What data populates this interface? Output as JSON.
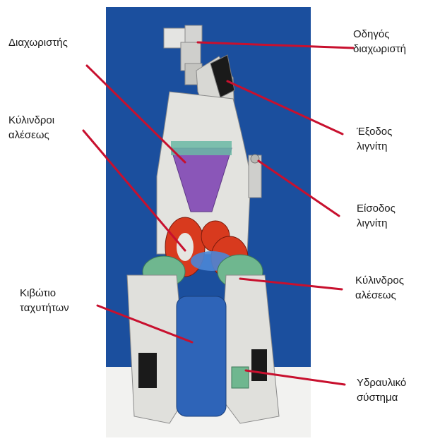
{
  "labels": {
    "separator": "Διαχωριστής",
    "separator_drive_1": "Οδηγός",
    "separator_drive_2": "διαχωριστή",
    "grinding_rollers_left_1": "Κύλινδροι",
    "grinding_rollers_left_2": "αλέσεως",
    "lignite_outlet_1": "Έξοδος",
    "lignite_outlet_2": "λιγνίτη",
    "lignite_inlet_1": "Είσοδος",
    "lignite_inlet_2": "λιγνίτη",
    "gearbox_1": "Κιβώτιο",
    "gearbox_2": "ταχυτήτων",
    "grinding_roller_right_1": "Κύλινδρος",
    "grinding_roller_right_2": "αλέσεως",
    "hydraulic_1": "Υδραυλικό",
    "hydraulic_2": "σύστημα"
  },
  "colors": {
    "background_panel": "#1b4f9e",
    "leader_line": "#c8102e",
    "body": "#dcdcd8",
    "separator_cone": "#8a56b8",
    "rollers": "#d83a1e",
    "hydraulics": "#6fb78f",
    "gearbox": "#2e64b8"
  }
}
